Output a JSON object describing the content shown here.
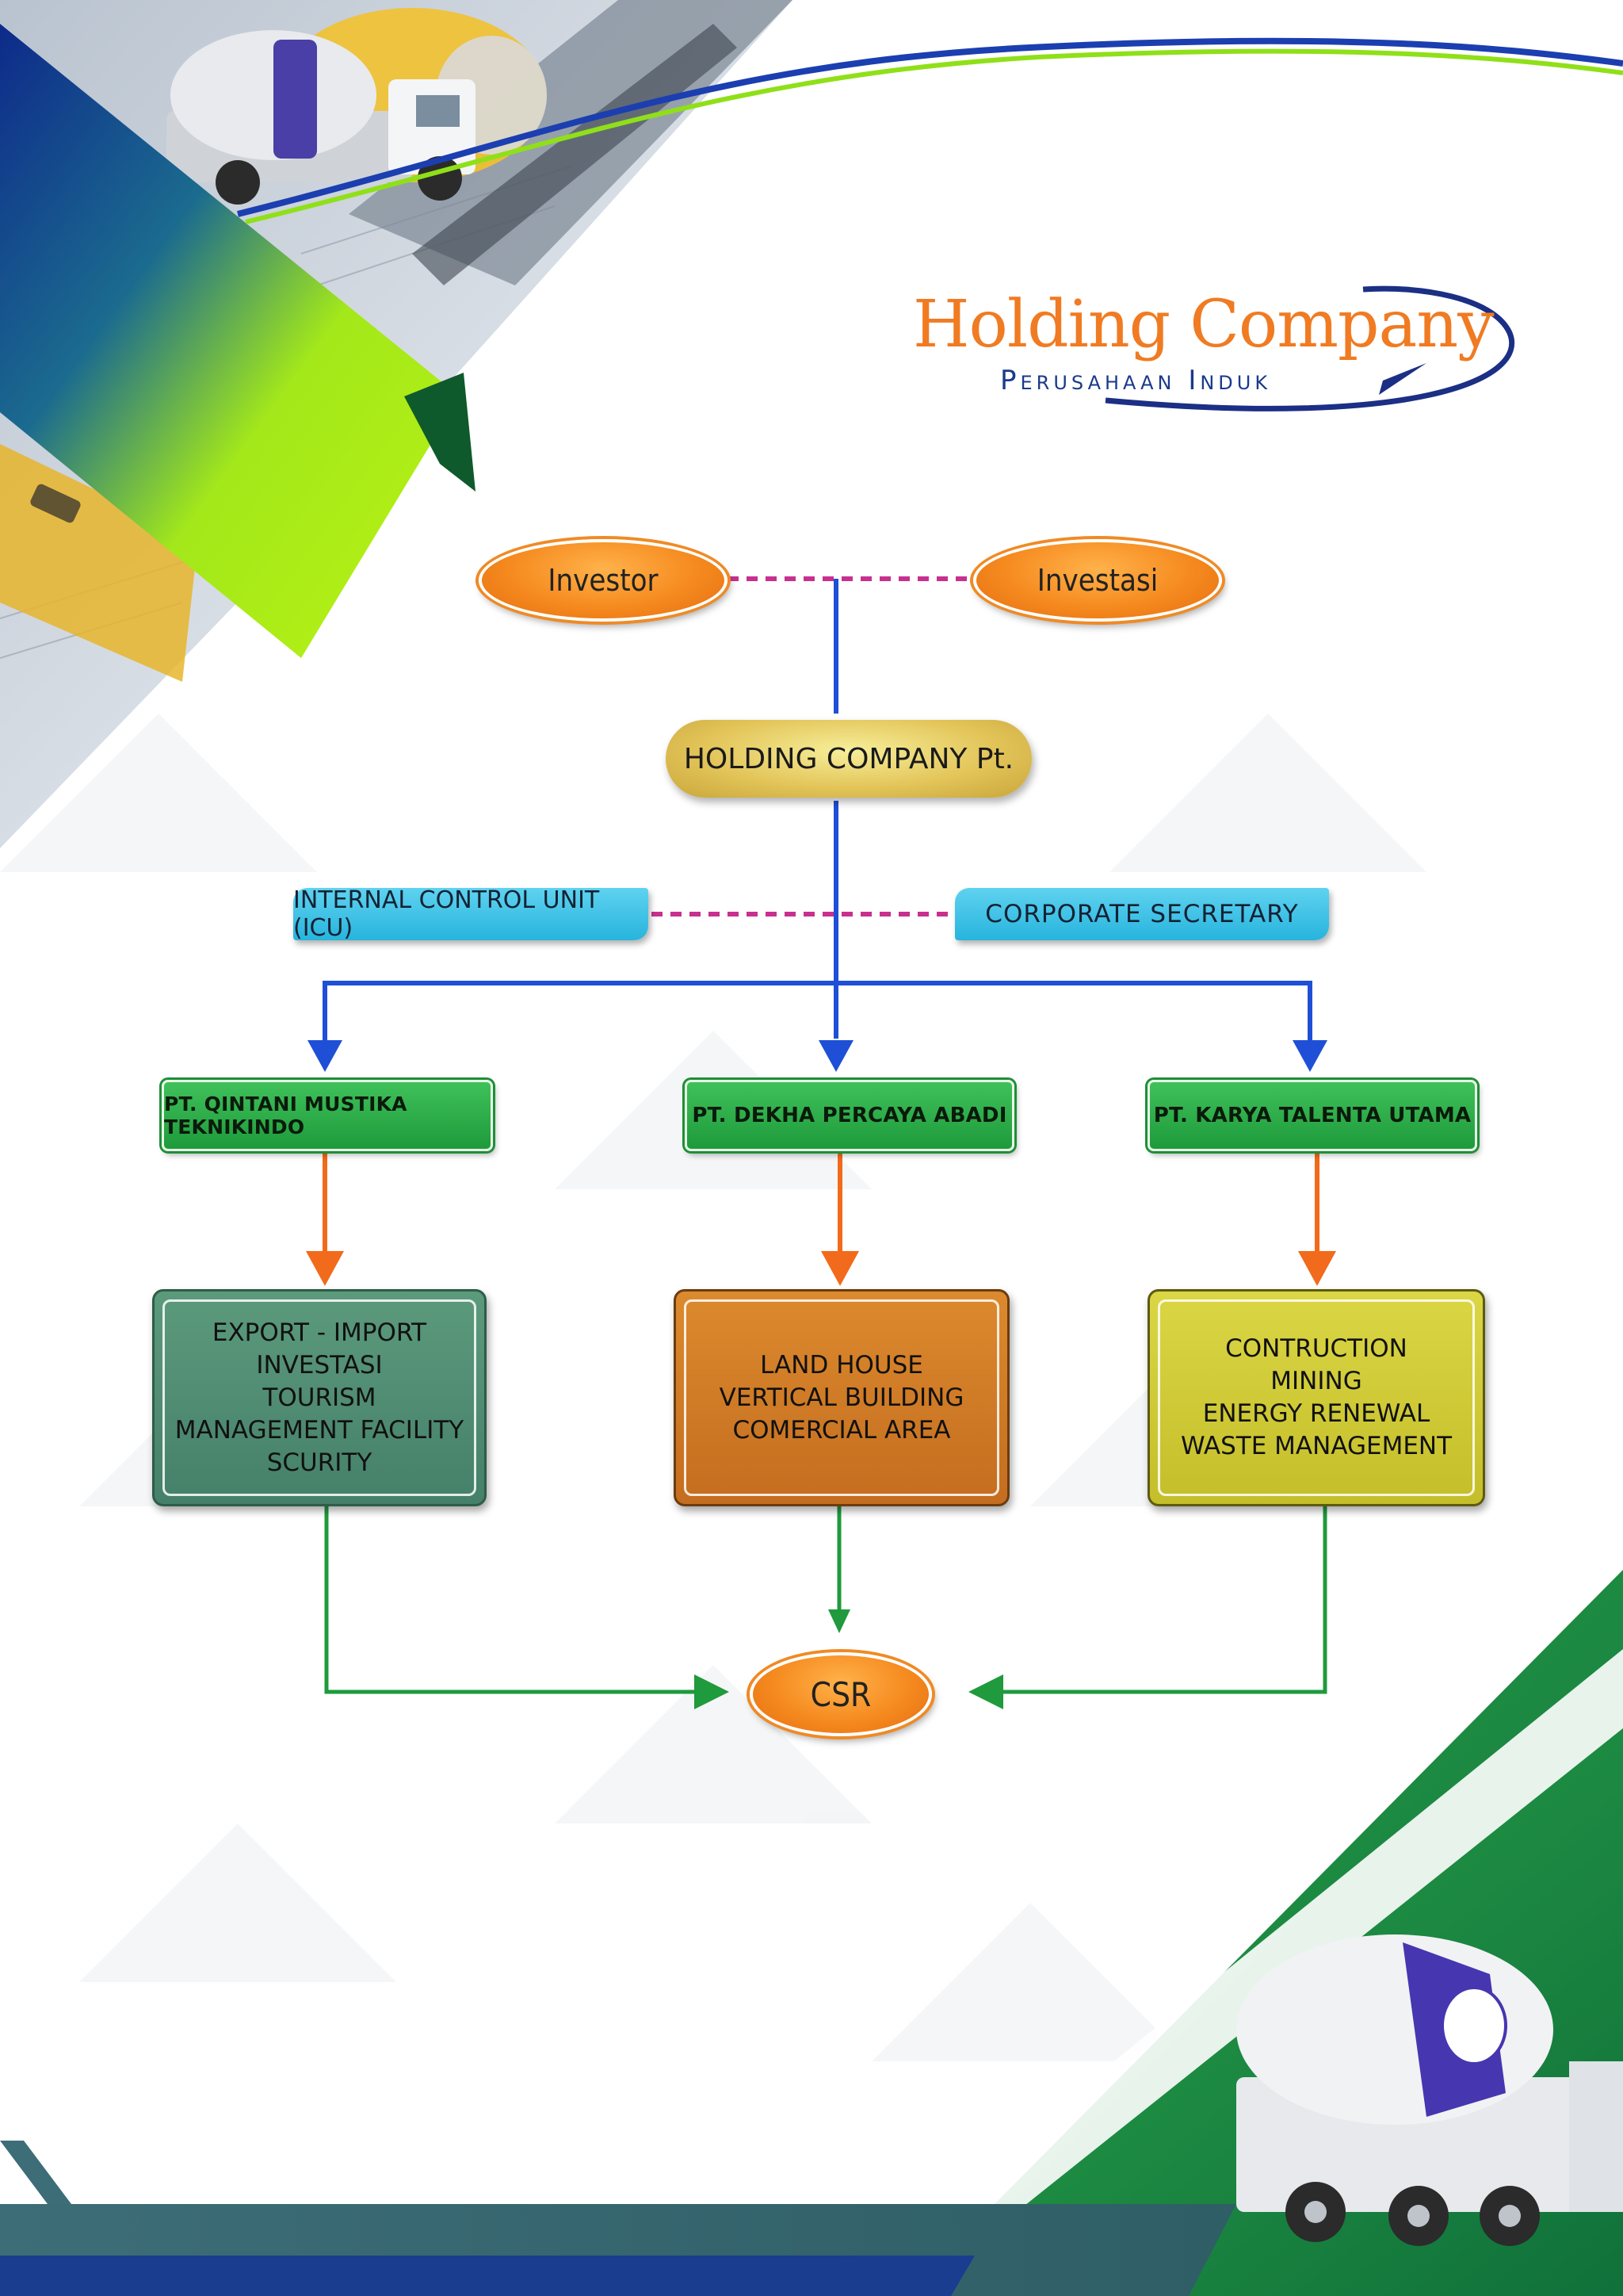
{
  "logo": {
    "title": "Holding Company",
    "subtitle": "Perusahaan Induk"
  },
  "nodes": {
    "investor": "Investor",
    "investasi": "Investasi",
    "holding": "HOLDING COMPANY Pt.",
    "icu": "INTERNAL CONTROL UNIT (ICU)",
    "corp_sec": "CORPORATE SECRETARY",
    "subsidiaries": [
      "PT. QINTANI MUSTIKA TEKNIKINDO",
      "PT. DEKHA PERCAYA ABADI",
      "PT. KARYA TALENTA UTAMA"
    ],
    "businesses": [
      "EXPORT - IMPORT\nINVESTASI\nTOURISM\nMANAGEMENT FACILITY\nSCURITY",
      "LAND HOUSE\nVERTICAL BUILDING\nCOMERCIAL AREA",
      "CONTRUCTION\nMINING\nENERGY RENEWAL\nWASTE MANAGEMENT"
    ],
    "csr": "CSR"
  },
  "colors": {
    "orange": "#f58a1f",
    "blue_line": "#1e4fd6",
    "pink_dash": "#c8308f",
    "orange_arrow": "#f26a1b",
    "green_arrow": "#1f9a3c",
    "box1": "#4f8a6e",
    "box2": "#d07a26",
    "box3": "#cfc934",
    "accent_green": "#1e9a3b"
  }
}
